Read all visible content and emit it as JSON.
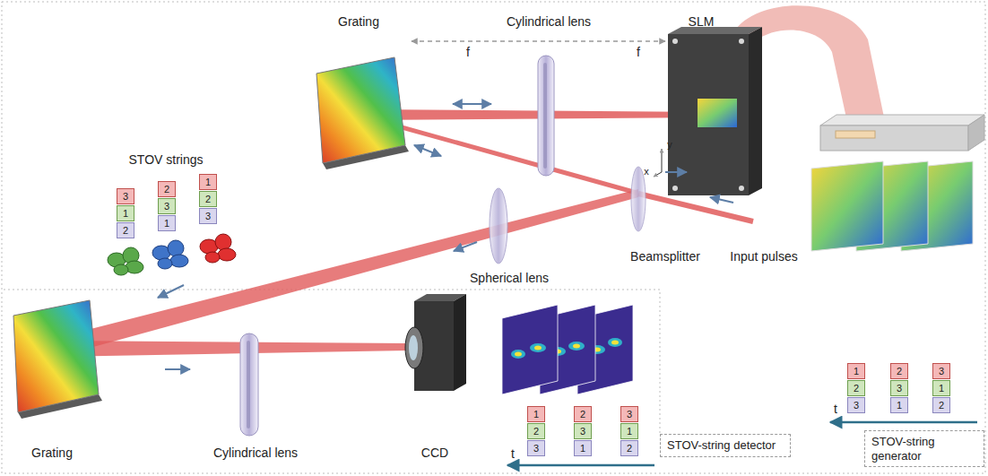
{
  "diagram": {
    "nodes": [
      {
        "text": [
          "3"
        ]
      },
      {
        "text": [
          "1"
        ]
      },
      {
        "text": [
          "2"
        ]
      },
      {
        "text": [
          "2"
        ]
      },
      {
        "text": [
          "3"
        ]
      },
      {
        "text": [
          "1"
        ]
      },
      {
        "text": [
          "1"
        ]
      },
      {
        "text": [
          "2"
        ]
      },
      {
        "text": [
          "3"
        ]
      },
      {
        "text": [
          "1"
        ]
      },
      {
        "text": [
          "2"
        ]
      },
      {
        "text": [
          "3"
        ]
      },
      {
        "text": [
          "2"
        ]
      },
      {
        "text": [
          "3"
        ]
      },
      {
        "text": [
          "1"
        ]
      },
      {
        "text": [
          "3"
        ]
      },
      {
        "text": [
          "1"
        ]
      },
      {
        "text": [
          "2"
        ]
      },
      {
        "text": [
          "1"
        ]
      },
      {
        "text": [
          "2"
        ]
      },
      {
        "text": [
          "3"
        ]
      },
      {
        "text": [
          "2"
        ]
      },
      {
        "text": [
          "3"
        ]
      },
      {
        "text": [
          "1"
        ]
      },
      {
        "text": [
          "3"
        ]
      },
      {
        "text": [
          "1"
        ]
      },
      {
        "text": [
          "2"
        ]
      },
      {
        "text": [
          "STOV-string detector"
        ]
      },
      {
        "text": [
          "STOV-string generator"
        ]
      }
    ],
    "labels": [
      "Grating",
      "Cylindrical lens",
      "SLM",
      "f",
      "f",
      "y",
      "x",
      "STOV strings",
      "Beamsplitter",
      "Input pulses",
      "Spherical lens",
      "t",
      "t",
      "Grating",
      "Cylindrical lens",
      "CCD"
    ]
  }
}
